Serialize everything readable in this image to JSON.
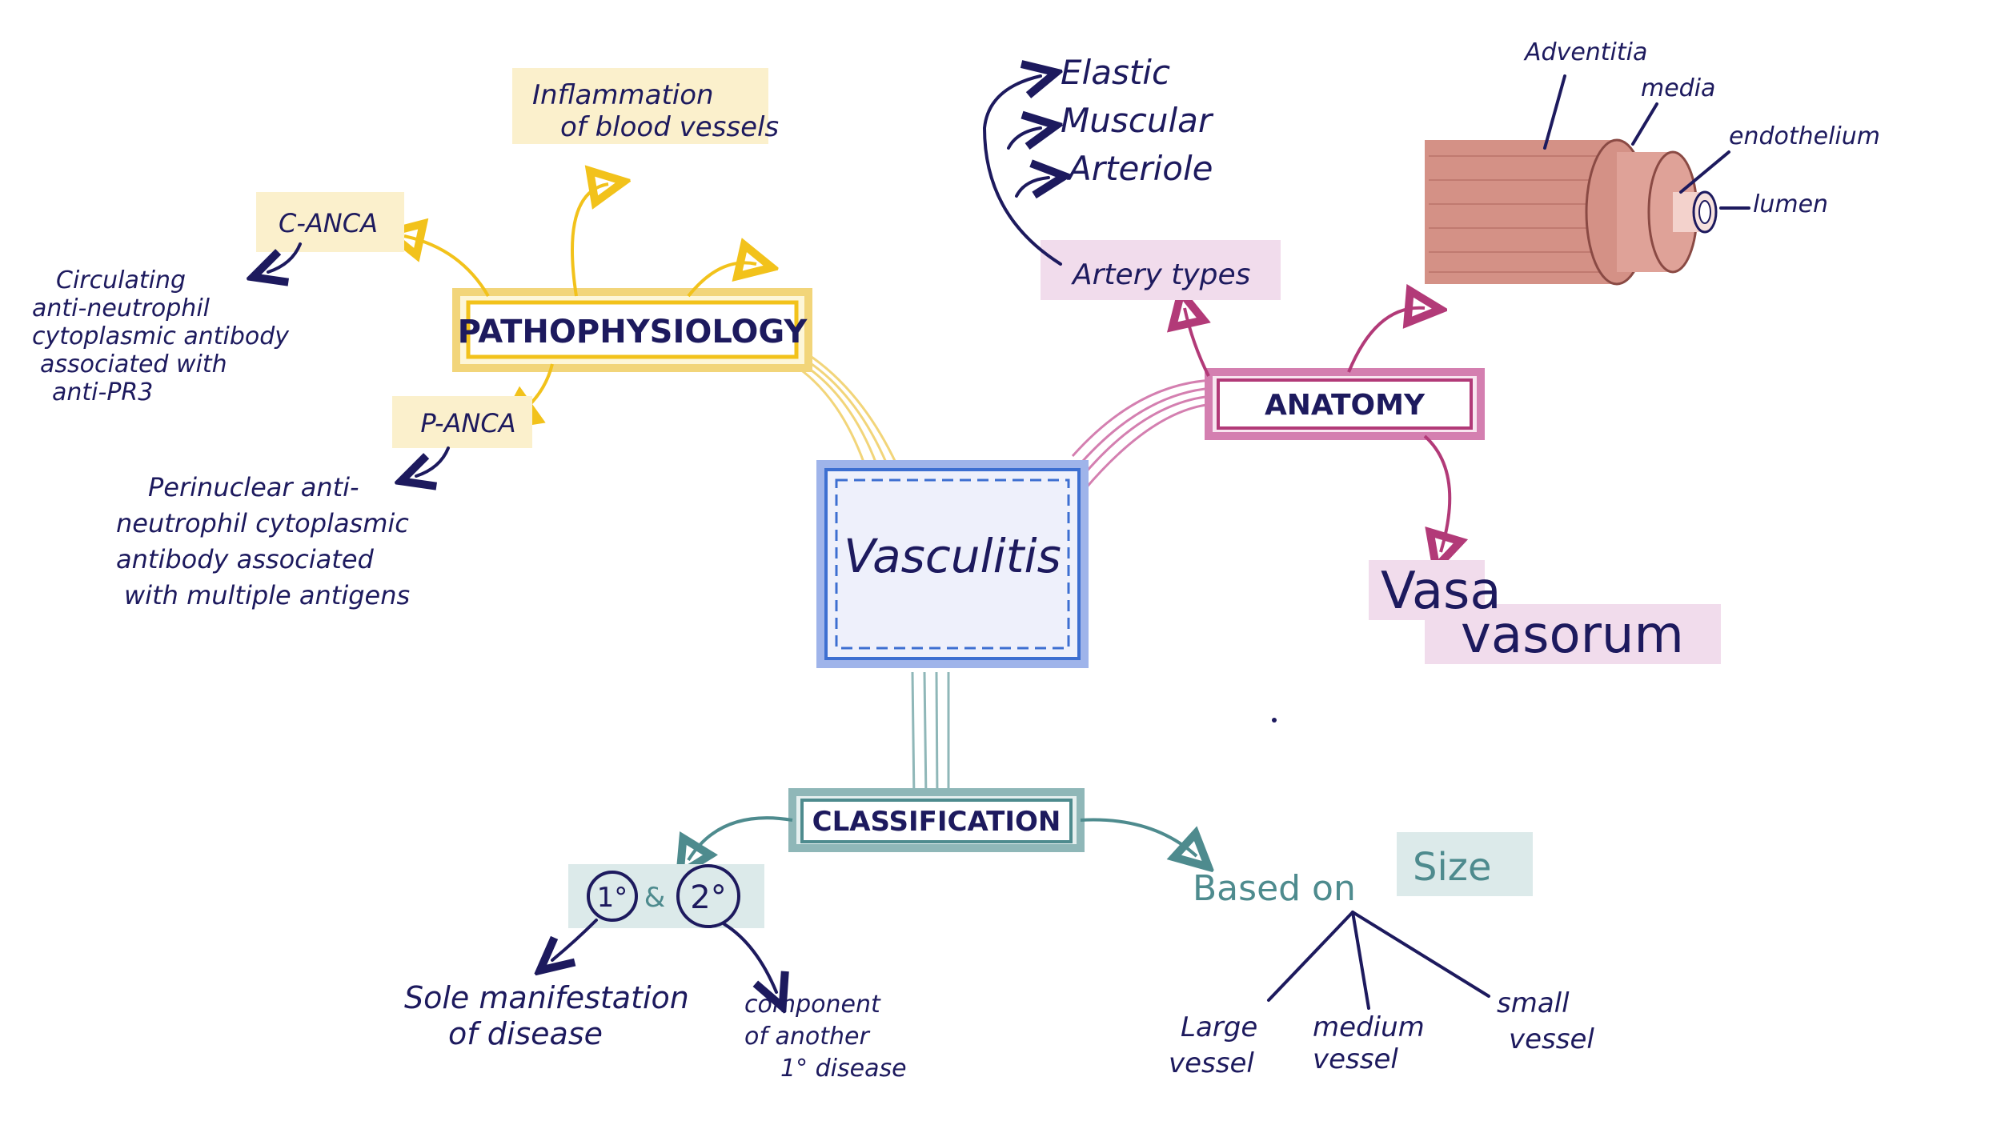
{
  "center": {
    "label": "Vasculitis"
  },
  "pathophysiology": {
    "label": "PATHOPHYSIOLOGY",
    "inflammation": [
      "Inflammation",
      "of blood vessels"
    ],
    "c_anca": "C-ANCA",
    "c_anca_desc": [
      "Circulating",
      "anti-neutrophil",
      "cytoplasmic antibody",
      "associated with",
      "anti-PR3"
    ],
    "p_anca": "P-ANCA",
    "p_anca_desc": [
      "Perinuclear anti-",
      "neutrophil cytoplasmic",
      "antibody associated",
      "with multiple antigens"
    ]
  },
  "anatomy": {
    "label": "ANATOMY",
    "artery_types_label": "Artery types",
    "artery_types": [
      "Elastic",
      "Muscular",
      "Arteriole"
    ],
    "layers": [
      "Adventitia",
      "media",
      "endothelium",
      "lumen"
    ],
    "vasa": [
      "Vasa",
      "vasorum"
    ]
  },
  "classification": {
    "label": "CLASSIFICATION",
    "primary": "1°",
    "amp": "&",
    "secondary": "2°",
    "primary_desc": [
      "Sole manifestation",
      "of disease"
    ],
    "secondary_desc": [
      "component",
      "of another",
      "1° disease"
    ],
    "based_on": "Based on",
    "size": "Size",
    "sizes": [
      [
        "Large",
        "vessel"
      ],
      [
        "medium",
        "vessel"
      ],
      [
        "small",
        "vessel"
      ]
    ]
  },
  "colors": {
    "navy": "#1d1a5e",
    "yellow": "#f2c21b",
    "yellow_highlight": "#fbf0cc",
    "blue": "#3d6fd1",
    "magenta": "#b23a78",
    "pink_highlight": "#f1dcec",
    "teal": "#4e8b8e",
    "teal_highlight": "#dceaea",
    "vessel": "#d49186"
  }
}
